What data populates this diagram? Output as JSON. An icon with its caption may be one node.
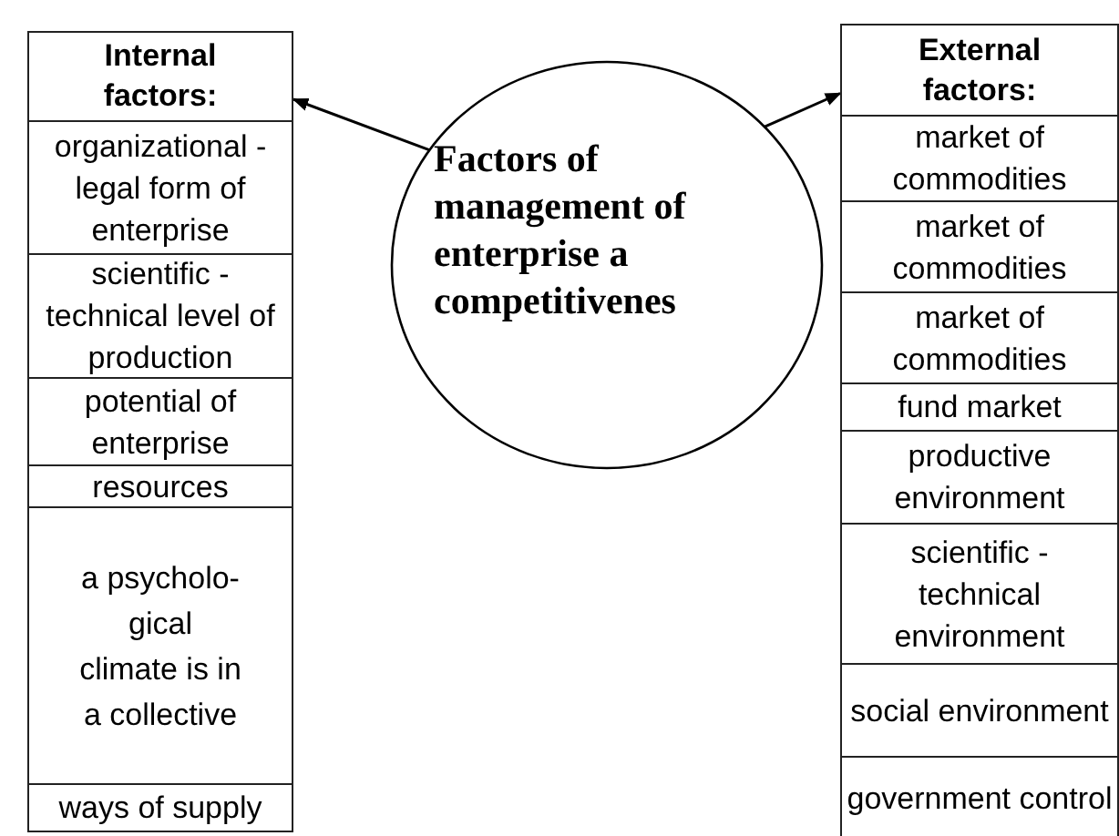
{
  "diagram": {
    "nodes": [
      {
        "text": [
          "Internal factors:"
        ]
      },
      {
        "text": [
          "organizational - legal form of enterprise"
        ]
      },
      {
        "text": [
          "scientific - technical level of production"
        ]
      },
      {
        "text": [
          "potential of enterprise"
        ]
      },
      {
        "text": [
          "resources"
        ]
      },
      {
        "text": [
          "a psycholo- gical climate is in a collective"
        ]
      },
      {
        "text": [
          "ways of supply"
        ]
      },
      {
        "text": [
          "Factors of management of enterprise a competitivenes"
        ]
      },
      {
        "text": [
          "External factors:"
        ]
      },
      {
        "text": [
          "market of commodities"
        ]
      },
      {
        "text": [
          "market of commodities"
        ]
      },
      {
        "text": [
          "market of commodities"
        ]
      },
      {
        "text": [
          "fund market"
        ]
      },
      {
        "text": [
          "productive environment"
        ]
      },
      {
        "text": [
          "scientific - technical environment"
        ]
      },
      {
        "text": [
          "social environment"
        ]
      },
      {
        "text": [
          "government control"
        ]
      }
    ],
    "edges": [
      {
        "from": 7,
        "to": 0,
        "arrow": "to"
      },
      {
        "from": 7,
        "to": 8,
        "arrow": "to"
      }
    ]
  }
}
